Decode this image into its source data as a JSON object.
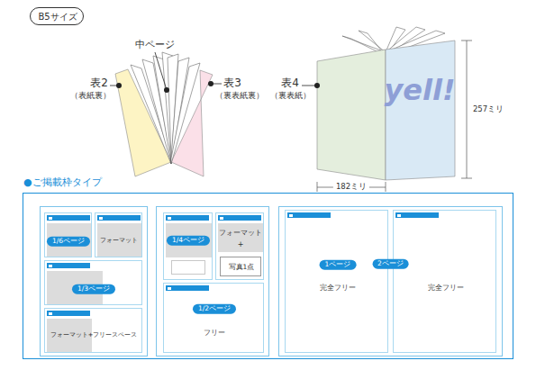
{
  "diagram": {
    "nodes": [
      {
        "text": [
          "B5サイズ"
        ]
      },
      {
        "text": [
          "●ご掲載枠タイプ"
        ]
      },
      {
        "text": [
          "1/6ページ"
        ],
        "in": 1
      },
      {
        "text": [
          "フォーマット"
        ],
        "in": 1
      },
      {
        "text": [
          "1/3ページ"
        ],
        "in": 1
      },
      {
        "text": [
          "フォーマット+フリースペース"
        ],
        "in": 1
      },
      {
        "text": [
          "1/4ページ"
        ],
        "in": 1
      },
      {
        "text": [
          "フォーマット",
          "+"
        ],
        "in": 1
      },
      {
        "text": [
          "写真1点"
        ],
        "in": 7
      },
      {
        "text": [
          "1/2ページ",
          "フリー"
        ],
        "in": 1
      },
      {
        "text": [
          "2ページ"
        ],
        "in": 1
      },
      {
        "text": [
          "1ページ",
          "完全フリー"
        ],
        "in": 10
      },
      {
        "text": [
          "完全フリー"
        ],
        "in": 10
      }
    ],
    "labels": [
      "中ページ",
      "表2",
      "（表紙裏）",
      "表3",
      "（裏表紙裏）",
      "表4",
      "（裏表紙）",
      "yell!",
      "257ミリ",
      "182ミリ"
    ]
  }
}
